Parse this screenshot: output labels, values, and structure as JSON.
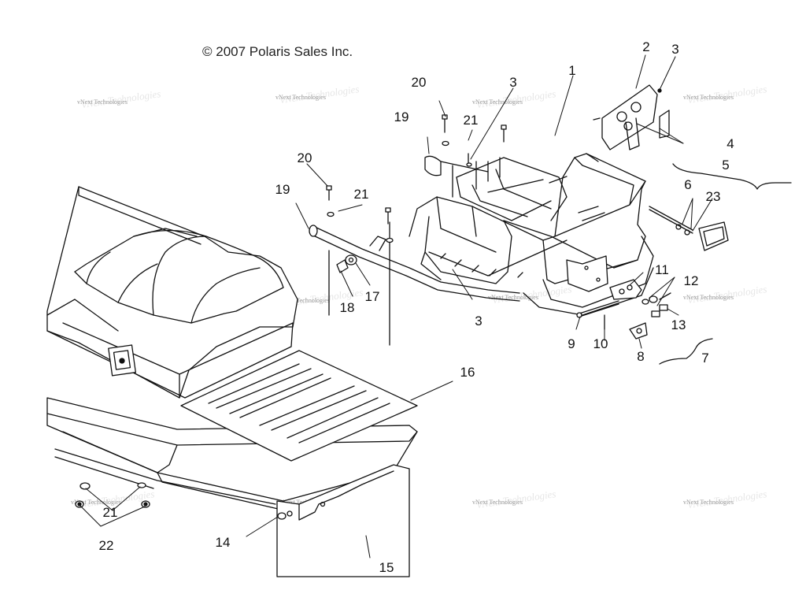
{
  "copyright": "© 2007 Polaris Sales Inc.",
  "watermark": "vNext Technologies",
  "callouts": [
    "1",
    "2",
    "3",
    "3",
    "3",
    "4",
    "5",
    "6",
    "7",
    "8",
    "9",
    "10",
    "11",
    "12",
    "13",
    "14",
    "15",
    "16",
    "17",
    "18",
    "19",
    "19",
    "20",
    "20",
    "21",
    "21",
    "21",
    "22",
    "23"
  ],
  "colors": {
    "line": "#111111",
    "watermark": "#999999",
    "background": "#ffffff"
  }
}
